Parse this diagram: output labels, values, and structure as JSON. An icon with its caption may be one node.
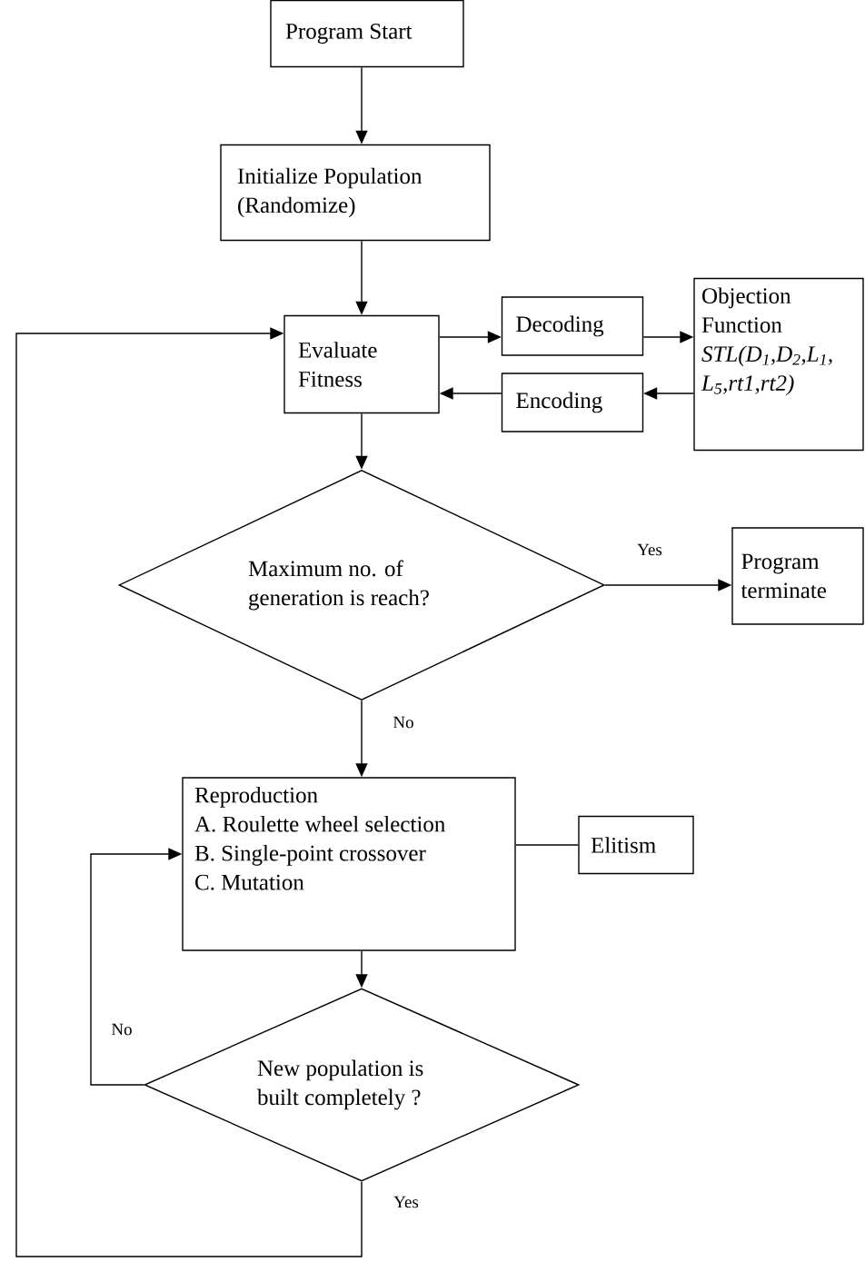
{
  "diagram": {
    "nodes": [
      {
        "text": [
          "Program Start"
        ]
      },
      {
        "text": [
          "Initialize Population (Randomize)"
        ]
      },
      {
        "text": [
          "Evaluate Fitness"
        ]
      },
      {
        "text": [
          "Decoding"
        ]
      },
      {
        "text": [
          "Objection Function",
          "STL(D$_{1}$,D$_{2}$,L$_{1}$, L$_{5}$,rt1,rt2)"
        ]
      },
      {
        "text": [
          "Encoding"
        ]
      },
      {
        "text": [
          "Maximum no. of generation is reach?"
        ]
      },
      {
        "text": [
          "Program terminate"
        ]
      },
      {
        "text": [
          "Reproduction",
          "A.  Roulette wheel selection",
          "B.  Single-point crossover",
          "C.  Mutation"
        ]
      },
      {
        "text": [
          "Elitism"
        ]
      },
      {
        "text": [
          "New population is built completely ?"
        ]
      }
    ],
    "edges": [
      {
        "from": 0,
        "to": 1,
        "arrow": "to"
      },
      {
        "from": 1,
        "to": 2,
        "arrow": "to"
      },
      {
        "from": 2,
        "to": 3,
        "arrow": "to"
      },
      {
        "from": 3,
        "to": 4,
        "arrow": "to"
      },
      {
        "from": 4,
        "to": 5,
        "arrow": "to"
      },
      {
        "from": 5,
        "to": 2,
        "arrow": "to"
      },
      {
        "from": 2,
        "to": 6,
        "arrow": "to"
      },
      {
        "from": 6,
        "to": 7,
        "arrow": "to",
        "label": "Yes"
      },
      {
        "from": 6,
        "to": 8,
        "arrow": "to",
        "label": "No"
      },
      {
        "from": 8,
        "to": 9,
        "arrow": "none"
      },
      {
        "from": 8,
        "to": 10,
        "arrow": "to"
      },
      {
        "from": 10,
        "to": 8,
        "arrow": "to",
        "label": "No"
      },
      {
        "from": 10,
        "to": 2,
        "arrow": "to",
        "label": "Yes"
      }
    ]
  }
}
